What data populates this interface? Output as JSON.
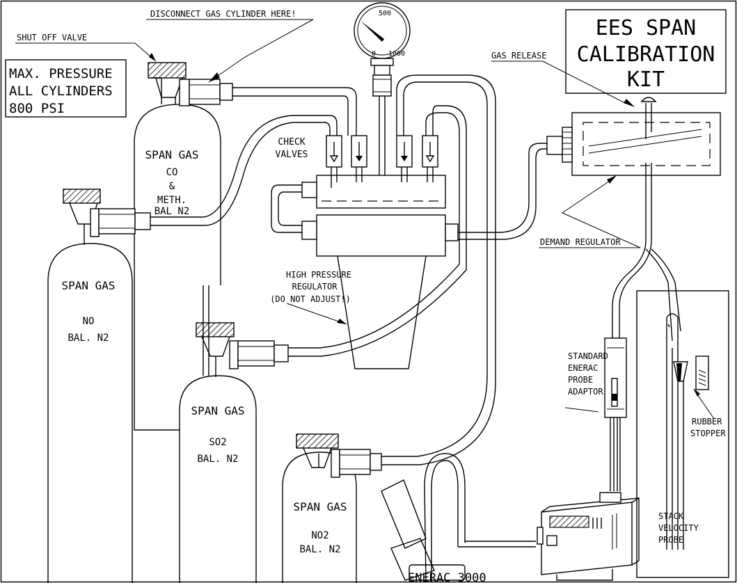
{
  "labels": {
    "disconnect": "DISCONNECT GAS CYLINDER HERE!",
    "shutoff": "SHUT OFF VALVE",
    "gas_release": "GAS RELEASE",
    "check_valves_1": "CHECK",
    "check_valves_2": "VALVES",
    "demand_regulator": "DEMAND REGULATOR",
    "hp_reg_1": "HIGH PRESSURE",
    "hp_reg_2": "REGULATOR",
    "hp_reg_3": "(DO NOT ADJUST!)",
    "adaptor_1": "STANDARD",
    "adaptor_2": "ENERAC",
    "adaptor_3": "PROBE",
    "adaptor_4": "ADAPTOR",
    "stopper_1": "RUBBER",
    "stopper_2": "STOPPER",
    "stack_1": "STACK",
    "stack_2": "VELOCITY",
    "stack_3": "PROBE",
    "enerac": "ENERAC 3000"
  },
  "title_box": {
    "line1": "EES SPAN",
    "line2": "CALIBRATION",
    "line3": "KIT"
  },
  "pressure_box": {
    "line1": "MAX. PRESSURE",
    "line2": "ALL CYLINDERS",
    "line3": "800 PSI"
  },
  "gauge": {
    "tick_0": "0",
    "tick_500": "500",
    "tick_1000": "1000"
  },
  "cylinders": {
    "co": {
      "label": "SPAN GAS",
      "gas": "CO",
      "amp": "&",
      "gas2": "METH.",
      "balance": "BAL N2"
    },
    "no": {
      "label": "SPAN GAS",
      "gas": "NO",
      "balance": "BAL. N2"
    },
    "so2": {
      "label": "SPAN GAS",
      "gas": "SO2",
      "balance": "BAL. N2"
    },
    "no2": {
      "label": "SPAN GAS",
      "gas": "NO2",
      "balance": "BAL. N2"
    }
  }
}
